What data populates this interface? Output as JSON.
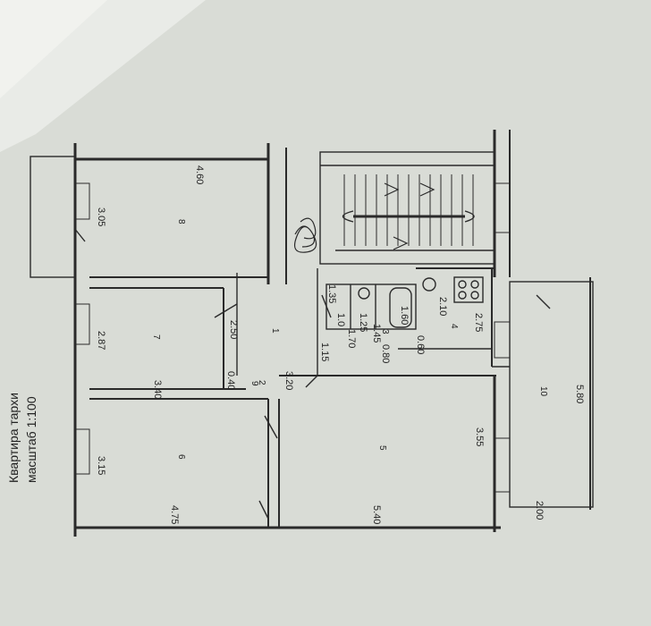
{
  "legend": {
    "title": "Квартира тархи",
    "scale": "масштаб 1:100"
  },
  "rooms": [
    {
      "number": "1"
    },
    {
      "number": "2"
    },
    {
      "number": "3"
    },
    {
      "number": "4"
    },
    {
      "number": "5"
    },
    {
      "number": "6"
    },
    {
      "number": "7"
    },
    {
      "number": "8"
    },
    {
      "number": "9"
    },
    {
      "number": "10"
    }
  ],
  "dimensions": {
    "d_4_60": "4.60",
    "d_3_05": "3.05",
    "d_2_87": "2.87",
    "d_3_40": "3.40",
    "d_2_50": "2.50",
    "d_0_40": "0.40",
    "d_1_15": "1.15",
    "d_3_20": "3.20",
    "d_3_15": "3.15",
    "d_4_75": "4.75",
    "d_5_40": "5.40",
    "d_3_55": "3.55",
    "d_1_35": "1.35",
    "d_1_25": "1.25",
    "d_1_70": "1.70",
    "d_1_45": "1.45",
    "d_1_60": "1.60",
    "d_1_0": "1.0",
    "d_0_80": "0.80",
    "d_0_60": "0.60",
    "d_2_10": "2.10",
    "d_2_75": "2.75",
    "d_5_80": "5.80",
    "d_2_00": "2.00"
  },
  "colors": {
    "paper": "#d9dcd6",
    "wall": "#2a2a2a",
    "glare": "#eef0ec"
  }
}
